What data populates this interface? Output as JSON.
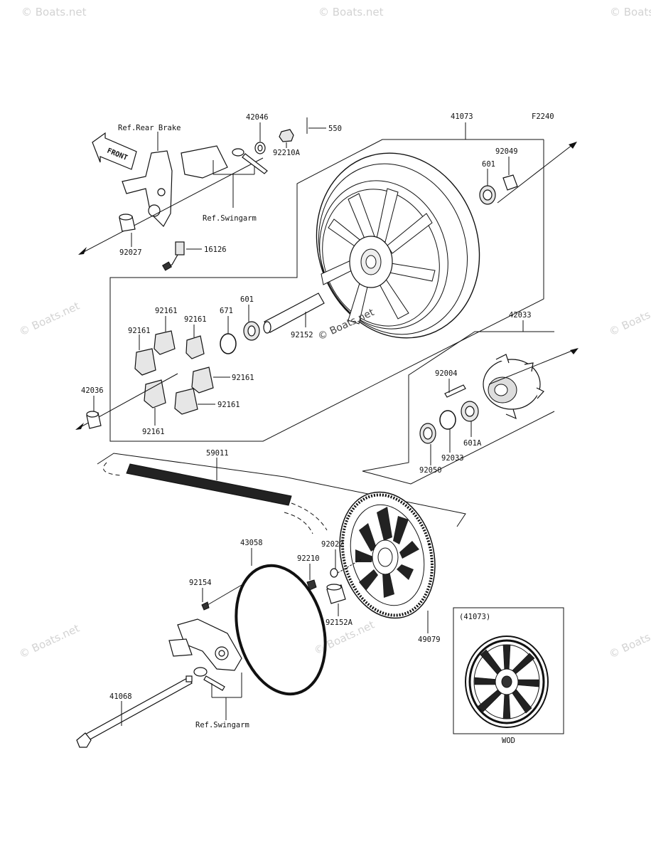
{
  "diagram_code": "F2240",
  "ref_labels": {
    "rear_brake": "Ref.Rear Brake",
    "swingarm_top": "Ref.Swingarm",
    "swingarm_bottom": "Ref.Swingarm"
  },
  "front_arrow_text": "FRONT",
  "inset": {
    "title": "(41073)",
    "caption": "WOD"
  },
  "watermarks": [
    "© Boats.net",
    "© Boats.net",
    "© Boats.net"
  ],
  "parts": {
    "p42046": "42046",
    "p550": "550",
    "p92210A": "92210A",
    "p41073": "41073",
    "p92049": "92049",
    "p601_top": "601",
    "p92027": "92027",
    "p16126": "16126",
    "p92161_1": "92161",
    "p92161_2": "92161",
    "p92161_3": "92161",
    "p92161_4": "92161",
    "p92161_5": "92161",
    "p92161_6": "92161",
    "p671": "671",
    "p601_mid": "601",
    "p92152": "92152",
    "p42036": "42036",
    "p42033": "42033",
    "p92004": "92004",
    "p92050": "92050",
    "p92033": "92033",
    "p601A": "601A",
    "p59011": "59011",
    "p43058": "43058",
    "p92022": "92022",
    "p92210": "92210",
    "p92154": "92154",
    "p92152A": "92152A",
    "p49079": "49079",
    "p41068": "41068"
  }
}
